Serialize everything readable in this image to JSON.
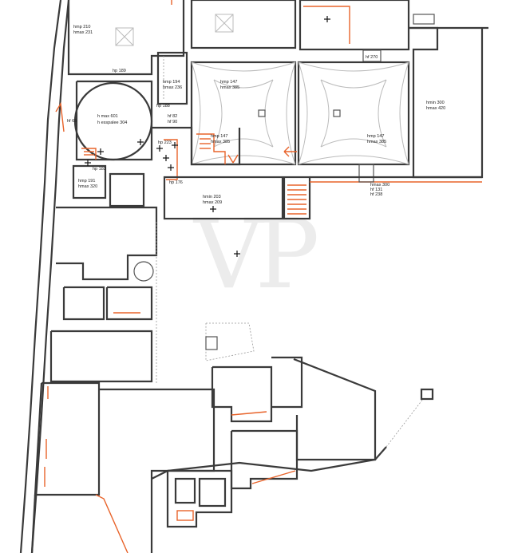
{
  "watermark": "VP",
  "labels": {
    "top_room": [
      "hmp 210",
      "hmax 231"
    ],
    "hp189": "hp 189",
    "room_194": [
      "hmp 194",
      "hmax 236"
    ],
    "hp188": "hp 188",
    "vault_left": [
      "hmp 147",
      "hmax 385"
    ],
    "vault_right": [
      "hmp 147",
      "hmax 385"
    ],
    "big_right": [
      "hmin 300",
      "hmax 420"
    ],
    "hf270": "hf 270",
    "rotunda": [
      "h max 601",
      "h esspalee 304"
    ],
    "hf65": "hf 65",
    "hf82": "hf 82",
    "hf90": "hf 90",
    "hp223": "hp 223",
    "hp176": "hp 176",
    "stair_room": [
      "hmp 147",
      "hmax 385"
    ],
    "hp183": "hp 183",
    "small_room": [
      "hmp 191",
      "hmax 320"
    ],
    "corridor": [
      "hmin 203",
      "hmax 209"
    ],
    "stair_right": [
      "hmax 300",
      "hf 131",
      "hf 238"
    ]
  }
}
